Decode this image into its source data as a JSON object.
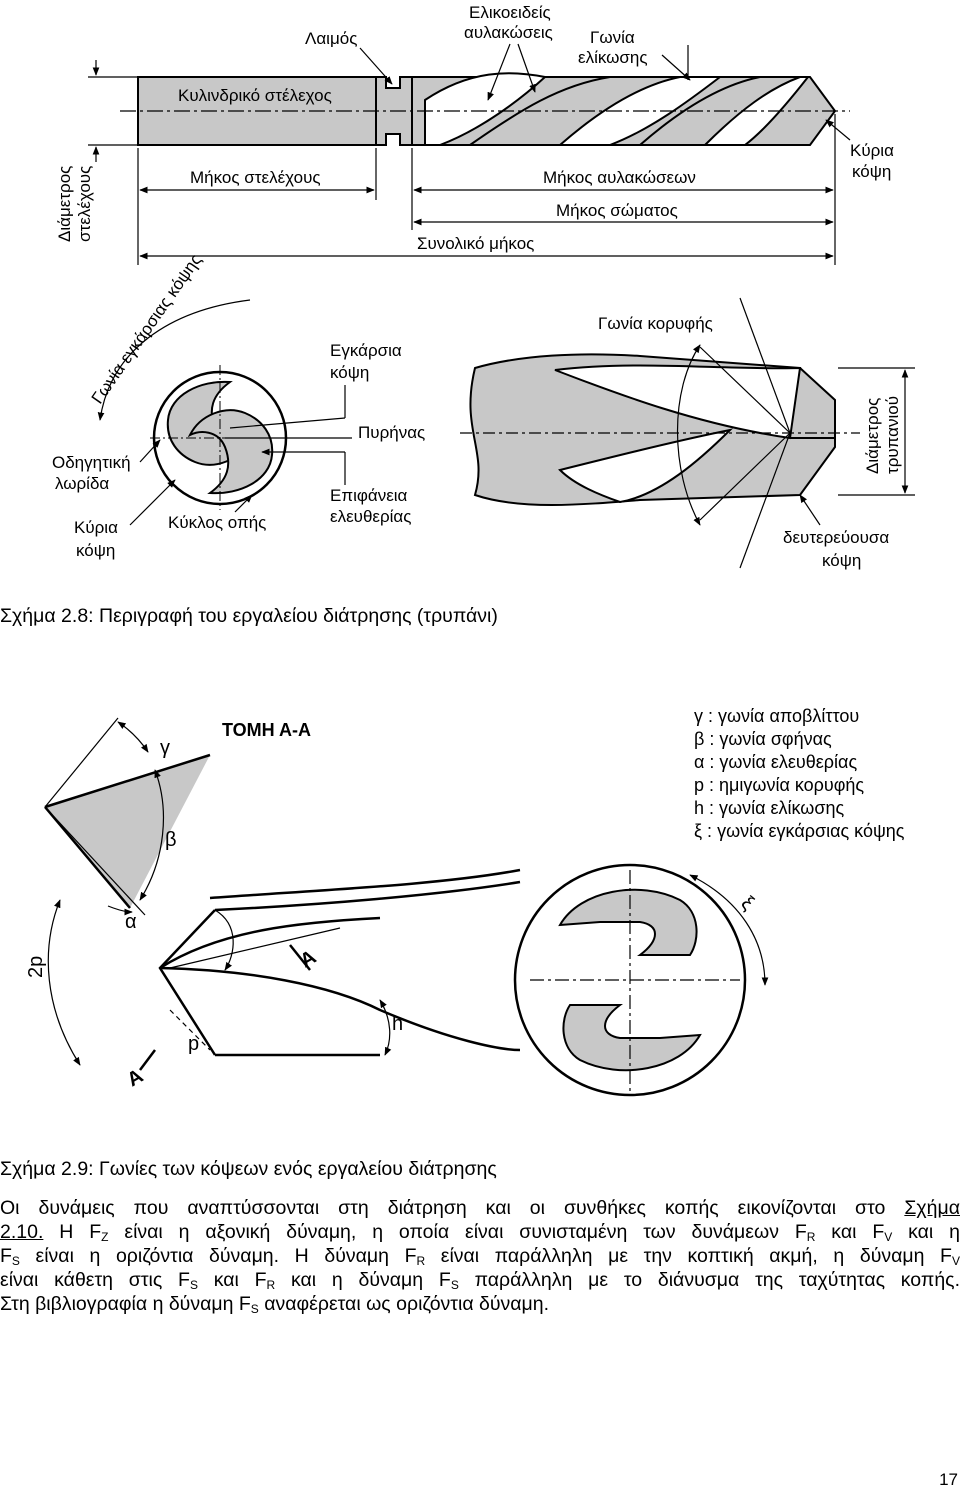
{
  "figure1": {
    "labels": {
      "neck": "Λαιμός",
      "helical_flutes": [
        "Ελικοειδείς",
        "αυλακώσεις"
      ],
      "helix_angle": [
        "Γωνία",
        "ελίκωσης"
      ],
      "cylindrical_shank": "Κυλινδρικό στέλεχος",
      "shank_length": "Μήκος στελέχους",
      "flute_length": "Μήκος αυλακώσεων",
      "body_length": "Μήκος σώματος",
      "total_length": "Συνολικό μήκος",
      "shank_diameter": [
        "Διάμετρος",
        "στελέχους"
      ],
      "main_cutting_edge": [
        "Κύρια",
        "κόψη"
      ]
    },
    "labels2": {
      "chisel_edge_angle": "Γωνία εγκάρσιας κόψης",
      "chisel_edge": [
        "Εγκάρσια",
        "κόψη"
      ],
      "core": "Πυρήνας",
      "guide_margin": [
        "Οδηγητική",
        "λωρίδα"
      ],
      "clearance_surface": [
        "Επιφάνεια",
        "ελευθερίας"
      ],
      "hole_circle": "Κύκλος οπής",
      "main_cutting_edge": [
        "Κύρια",
        "κόψη"
      ],
      "point_angle": "Γωνία κορυφής",
      "drill_diameter": [
        "Διάμετρος",
        "τρυπανιού"
      ],
      "secondary_cutting_edge": [
        "δευτερεύουσα",
        "κόψη"
      ]
    },
    "caption": "Σχήμα 2.8: Περιγραφή του εργαλείου διάτρησης (τρυπάνι)"
  },
  "figure2": {
    "section_title": "ΤΟΜΗ Α-Α",
    "legend": [
      "γ : γωνία αποβλίττου",
      "β : γωνία σφήνας",
      "α : γωνία ελευθερίας",
      "p : ημιγωνία κορυφής",
      "h : γωνία ελίκωσης",
      "ξ : γωνία εγκάρσιας κόψης"
    ],
    "symbols": {
      "gamma": "γ",
      "beta": "β",
      "alpha": "α",
      "two_p": "2p",
      "p": "p",
      "h": "h",
      "xi": "ξ",
      "section_mark": "A"
    },
    "caption": "Σχήμα 2.9: Γωνίες των κόψεων ενός εργαλείου διάτρησης"
  },
  "paragraph": {
    "l1_text": "Οι δυνάμεις που αναπτύσσονται στη διάτρηση και οι συνθήκες κοπής εικονίζονται στο",
    "l1_link": "Σχήμα",
    "l2_link": "2.10.",
    "l2_a": " Η F",
    "l2_sub_z": "Z",
    "l2_b": " είναι η αξονική δύναμη, η οποία είναι συνισταμένη των δυνάμεων F",
    "l2_sub_r": "R",
    "l2_c": " και F",
    "l2_sub_v": "V",
    "l2_d": " και η",
    "l3_a": "F",
    "l3_sub_s": "S",
    "l3_b": " είναι η οριζόντια δύναμη. Η δύναμη F",
    "l3_sub_r": "R",
    "l3_c": " είναι παράλληλη με την κοπτική ακμή, η δύναμη F",
    "l3_sub_v": "V",
    "l4_a": "είναι κάθετη στις F",
    "l4_sub_s": "S",
    "l4_b": " και F",
    "l4_sub_r": "R",
    "l4_c": " και η δύναμη F",
    "l4_sub_s2": "S",
    "l4_d": " παράλληλη με το διάνυσμα της ταχύτητας κοπής.",
    "l5_a": "Στη βιβλιογραφία η δύναμη F",
    "l5_sub_s": "S",
    "l5_b": " αναφέρεται ως οριζόντια δύναμη."
  },
  "page_number": "17"
}
